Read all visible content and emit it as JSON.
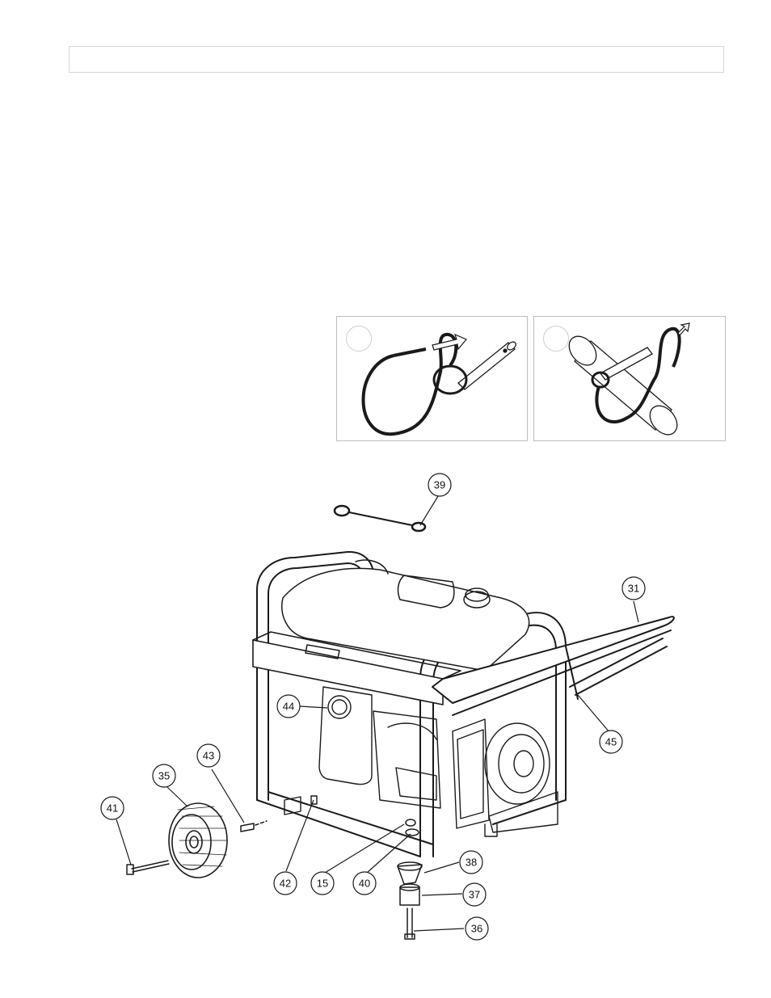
{
  "header": {
    "title": ""
  },
  "insets": [
    {
      "step": ""
    },
    {
      "step": ""
    }
  ],
  "callouts": [
    "39",
    "31",
    "44",
    "45",
    "43",
    "35",
    "41",
    "42",
    "15",
    "40",
    "38",
    "37",
    "36"
  ],
  "colors": {
    "line": "#1a1a1a",
    "border": "#bdbdbd"
  }
}
